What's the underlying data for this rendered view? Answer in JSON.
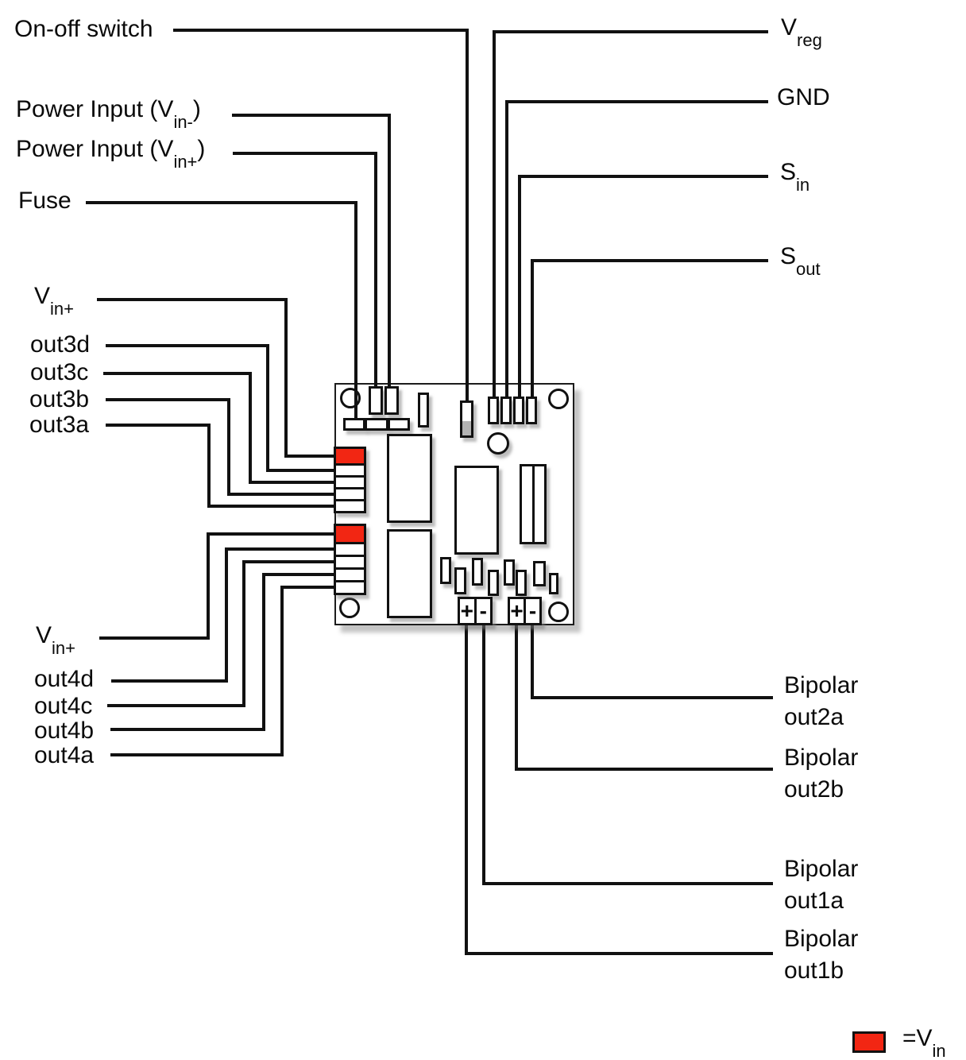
{
  "colors": {
    "highlight_red": "#f22613",
    "switch_gray": "#b3b3b3",
    "wire_black": "#111111",
    "board_fill": "#ffffff"
  },
  "callouts": {
    "on_off_switch": "On-off switch",
    "power_input_minus": {
      "pre": "Power Input (V",
      "sub": "in-",
      "post": ")"
    },
    "power_input_plus": {
      "pre": "Power Input (V",
      "sub": "in+",
      "post": ")"
    },
    "fuse": "Fuse",
    "vin_plus_upper": {
      "pre": "V",
      "sub": "in+"
    },
    "out3d": "out3d",
    "out3c": "out3c",
    "out3b": "out3b",
    "out3a": "out3a",
    "vin_plus_lower": {
      "pre": "V",
      "sub": "in+"
    },
    "out4d": "out4d",
    "out4c": "out4c",
    "out4b": "out4b",
    "out4a": "out4a",
    "v_reg": {
      "pre": "V",
      "sub": "reg"
    },
    "gnd": "GND",
    "s_in": {
      "pre": "S",
      "sub": "in"
    },
    "s_out": {
      "pre": "S",
      "sub": "out"
    },
    "bipolar_out2a": {
      "line1": "Bipolar",
      "line2": "out2a"
    },
    "bipolar_out2b": {
      "line1": "Bipolar",
      "line2": "out2b"
    },
    "bipolar_out1a": {
      "line1": "Bipolar",
      "line2": "out1a"
    },
    "bipolar_out1b": {
      "line1": "Bipolar",
      "line2": "out1b"
    }
  },
  "board": {
    "terminals": {
      "b1_plus": "+",
      "b1_minus": "-",
      "b2_plus": "+",
      "b2_minus": "-"
    }
  },
  "legend": {
    "swatch_color": "#f22613",
    "label": {
      "pre": "=V",
      "sub": "in"
    }
  }
}
